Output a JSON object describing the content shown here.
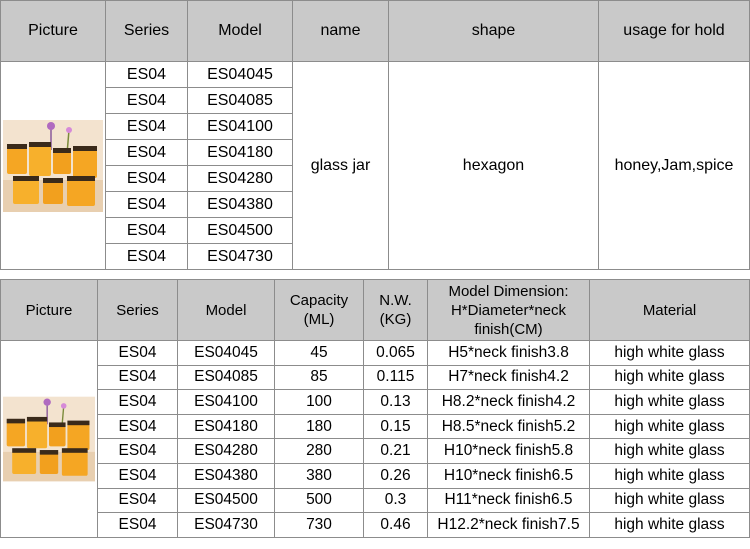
{
  "table1": {
    "headers": [
      "Picture",
      "Series",
      "Model",
      "name",
      "shape",
      "usage for hold"
    ],
    "rows": [
      {
        "series": "ES04",
        "model": "ES04045"
      },
      {
        "series": "ES04",
        "model": "ES04085"
      },
      {
        "series": "ES04",
        "model": "ES04100"
      },
      {
        "series": "ES04",
        "model": "ES04180"
      },
      {
        "series": "ES04",
        "model": "ES04280"
      },
      {
        "series": "ES04",
        "model": "ES04380"
      },
      {
        "series": "ES04",
        "model": "ES04500"
      },
      {
        "series": "ES04",
        "model": "ES04730"
      }
    ],
    "name": "glass jar",
    "shape": "hexagon",
    "usage": "honey,Jam,spice"
  },
  "table2": {
    "headers": [
      "Picture",
      "Series",
      "Model",
      "Capacity (ML)",
      "N.W. (KG)",
      "Model Dimension: H*Diameter*neck finish(CM)",
      "Material"
    ],
    "rows": [
      {
        "series": "ES04",
        "model": "ES04045",
        "capacity": "45",
        "nw": "0.065",
        "dimension": "H5*neck finish3.8",
        "material": "high white glass"
      },
      {
        "series": "ES04",
        "model": "ES04085",
        "capacity": "85",
        "nw": "0.115",
        "dimension": "H7*neck finish4.2",
        "material": "high white glass"
      },
      {
        "series": "ES04",
        "model": "ES04100",
        "capacity": "100",
        "nw": "0.13",
        "dimension": "H8.2*neck finish4.2",
        "material": "high white glass"
      },
      {
        "series": "ES04",
        "model": "ES04180",
        "capacity": "180",
        "nw": "0.15",
        "dimension": "H8.5*neck finish5.2",
        "material": "high white glass"
      },
      {
        "series": "ES04",
        "model": "ES04280",
        "capacity": "280",
        "nw": "0.21",
        "dimension": "H10*neck finish5.8",
        "material": "high white glass"
      },
      {
        "series": "ES04",
        "model": "ES04380",
        "capacity": "380",
        "nw": "0.26",
        "dimension": "H10*neck finish6.5",
        "material": "high white glass"
      },
      {
        "series": "ES04",
        "model": "ES04500",
        "capacity": "500",
        "nw": "0.3",
        "dimension": "H11*neck finish6.5",
        "material": "high white glass"
      },
      {
        "series": "ES04",
        "model": "ES04730",
        "capacity": "730",
        "nw": "0.46",
        "dimension": "H12.2*neck finish7.5",
        "material": "high white glass"
      }
    ]
  },
  "colors": {
    "header_bg": "#c9c9c9",
    "border": "#8c8c8c",
    "honey": "#f5a623"
  },
  "icons": {
    "product_photo": "honey-jars-photo"
  }
}
